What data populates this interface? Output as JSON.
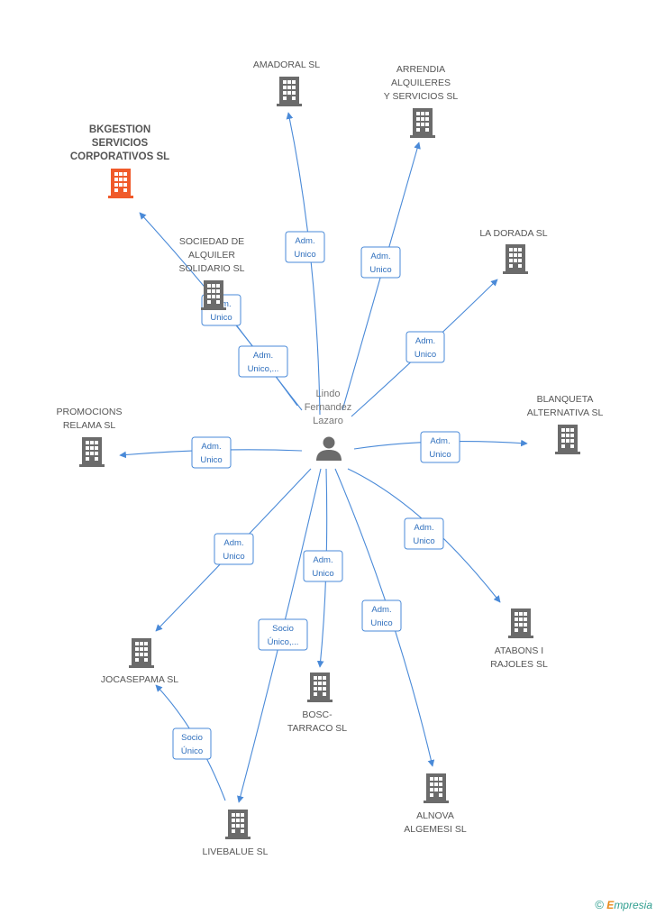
{
  "person": {
    "label": [
      "Lindo",
      "Fernandez",
      "Lazaro"
    ]
  },
  "companies": [
    {
      "id": "bkgestion",
      "label": [
        "BKGESTION",
        "SERVICIOS",
        "CORPORATIVOS SL"
      ],
      "main": true
    },
    {
      "id": "amadoral",
      "label": [
        "AMADORAL SL"
      ]
    },
    {
      "id": "arrendia",
      "label": [
        "ARRENDIA",
        "ALQUILERES",
        "Y SERVICIOS SL"
      ]
    },
    {
      "id": "ladorada",
      "label": [
        "LA DORADA SL"
      ]
    },
    {
      "id": "sociedad",
      "label": [
        "SOCIEDAD DE",
        "ALQUILER",
        "SOLIDARIO  SL"
      ]
    },
    {
      "id": "promocions",
      "label": [
        "PROMOCIONS",
        "RELAMA SL"
      ]
    },
    {
      "id": "blanqueta",
      "label": [
        "BLANQUETA",
        "ALTERNATIVA SL"
      ]
    },
    {
      "id": "atabons",
      "label": [
        "ATABONS I",
        "RAJOLES SL"
      ]
    },
    {
      "id": "jocasepama",
      "label": [
        "JOCASEPAMA SL"
      ]
    },
    {
      "id": "bosc",
      "label": [
        "BOSC-",
        "TARRACO SL"
      ]
    },
    {
      "id": "alnova",
      "label": [
        "ALNOVA",
        "ALGEMESI SL"
      ]
    },
    {
      "id": "livebalue",
      "label": [
        "LIVEBALUE  SL"
      ]
    }
  ],
  "relations": [
    {
      "id": "r-amadoral",
      "label": [
        "Adm.",
        "Unico"
      ]
    },
    {
      "id": "r-arrendia",
      "label": [
        "Adm.",
        "Unico"
      ]
    },
    {
      "id": "r-ladorada",
      "label": [
        "Adm.",
        "Unico"
      ]
    },
    {
      "id": "r-sociedad",
      "label": [
        "Adm.",
        "Unico"
      ]
    },
    {
      "id": "r-bkgestion",
      "label": [
        "Adm.",
        "Unico,..."
      ]
    },
    {
      "id": "r-promocions",
      "label": [
        "Adm.",
        "Unico"
      ]
    },
    {
      "id": "r-blanqueta",
      "label": [
        "Adm.",
        "Unico"
      ]
    },
    {
      "id": "r-atabons",
      "label": [
        "Adm.",
        "Unico"
      ]
    },
    {
      "id": "r-jocasepama",
      "label": [
        "Adm.",
        "Unico"
      ]
    },
    {
      "id": "r-bosc",
      "label": [
        "Adm.",
        "Unico"
      ]
    },
    {
      "id": "r-alnova",
      "label": [
        "Adm.",
        "Unico"
      ]
    },
    {
      "id": "r-livebalue",
      "label": [
        "Socio",
        "Único,..."
      ]
    },
    {
      "id": "r-live-joca",
      "label": [
        "Socio",
        "Único"
      ]
    }
  ],
  "colors": {
    "edge": "#4a8ad8",
    "building": "#6b6b6b",
    "main_building": "#f05a2a",
    "person": "#6b6b6b"
  },
  "footer": {
    "copyright": "©",
    "brand_initial": "E",
    "brand_rest": "mpresia"
  }
}
